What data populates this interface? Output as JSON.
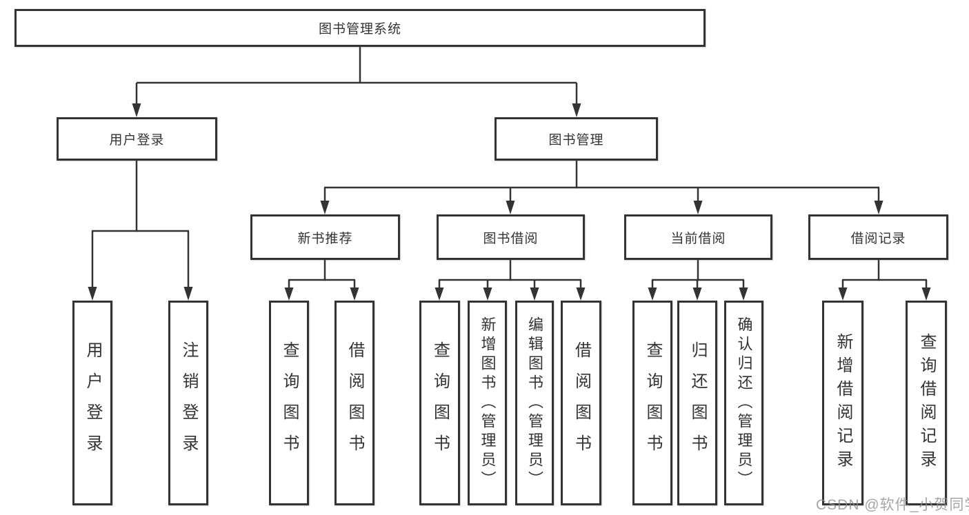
{
  "diagram": {
    "type": "tree",
    "colors": {
      "line": "#333333",
      "box_border": "#333333",
      "text": "#333333",
      "background": "#ffffff",
      "watermark": "#8c8c8c"
    },
    "watermark": "CSDN @软件_小贺同学",
    "nodes": {
      "root": {
        "label": "图书管理系统"
      },
      "user_login": {
        "label": "用户登录"
      },
      "book_mgmt": {
        "label": "图书管理"
      },
      "new_books": {
        "label": "新书推荐"
      },
      "book_borrow": {
        "label": "图书借阅"
      },
      "current_borrow": {
        "label": "当前借阅"
      },
      "borrow_records": {
        "label": "借阅记录"
      },
      "leaf_login": {
        "label": "用户登录"
      },
      "leaf_logout": {
        "label": "注销登录"
      },
      "nb_query": {
        "label": "查询图书"
      },
      "nb_borrow": {
        "label": "借阅图书"
      },
      "bw_query": {
        "label": "查询图书"
      },
      "bw_add": {
        "label": "新增图书（管理员）"
      },
      "bw_edit": {
        "label": "编辑图书（管理员）"
      },
      "bw_borrow": {
        "label": "借阅图书"
      },
      "cu_query": {
        "label": "查询图书"
      },
      "cu_return": {
        "label": "归还图书"
      },
      "cu_confirm": {
        "label": "确认归还（管理员）"
      },
      "rc_add": {
        "label": "新增借阅记录"
      },
      "rc_query": {
        "label": "查询借阅记录"
      }
    },
    "edges": [
      [
        "root",
        "user_login"
      ],
      [
        "root",
        "book_mgmt"
      ],
      [
        "user_login",
        "leaf_login"
      ],
      [
        "user_login",
        "leaf_logout"
      ],
      [
        "book_mgmt",
        "new_books"
      ],
      [
        "book_mgmt",
        "book_borrow"
      ],
      [
        "book_mgmt",
        "current_borrow"
      ],
      [
        "book_mgmt",
        "borrow_records"
      ],
      [
        "new_books",
        "nb_query"
      ],
      [
        "new_books",
        "nb_borrow"
      ],
      [
        "book_borrow",
        "bw_query"
      ],
      [
        "book_borrow",
        "bw_add"
      ],
      [
        "book_borrow",
        "bw_edit"
      ],
      [
        "book_borrow",
        "bw_borrow"
      ],
      [
        "current_borrow",
        "cu_query"
      ],
      [
        "current_borrow",
        "cu_return"
      ],
      [
        "current_borrow",
        "cu_confirm"
      ],
      [
        "borrow_records",
        "rc_add"
      ],
      [
        "borrow_records",
        "rc_query"
      ]
    ]
  }
}
